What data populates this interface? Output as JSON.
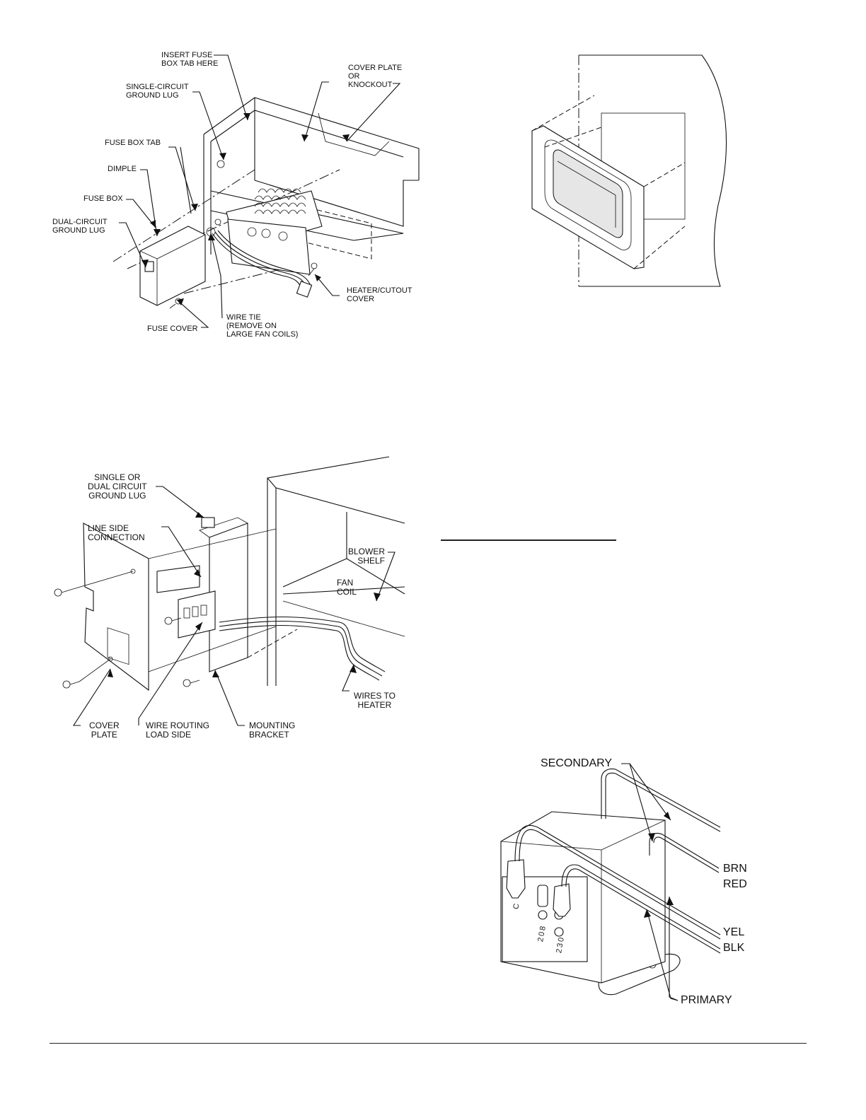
{
  "figure_heater_install": {
    "labels": {
      "insert_fuse_box_tab": "INSERT FUSE\nBOX TAB HERE",
      "cover_plate_knockout": "COVER PLATE\nOR\nKNOCKOUT",
      "single_circuit_ground_lug": "SINGLE-CIRCUIT\nGROUND LUG",
      "fuse_box_tab": "FUSE BOX TAB",
      "dimple": "DIMPLE",
      "fuse_box": "FUSE BOX",
      "dual_circuit_ground_lug": "DUAL-CIRCUIT\nGROUND LUG",
      "heater_cutout_cover": "HEATER/CUTOUT\nCOVER",
      "fuse_cover": "FUSE COVER",
      "wire_tie": "WIRE TIE\n(REMOVE ON\nLARGE FAN COILS)"
    }
  },
  "figure_circuit_breaker": {
    "labels": {
      "ground_lug": "SINGLE OR\nDUAL CIRCUIT\nGROUND LUG",
      "line_side": "LINE SIDE\nCONNECTION",
      "blower_shelf": "BLOWER\nSHELF",
      "fan_coil": "FAN\nCOIL",
      "wires_to_heater": "WIRES TO\nHEATER",
      "cover_plate": "COVER\nPLATE",
      "wire_routing": "WIRE ROUTING\nLOAD SIDE",
      "mounting_bracket": "MOUNTING\nBRACKET"
    }
  },
  "figure_transformer": {
    "labels": {
      "secondary": "SECONDARY",
      "brn": "BRN",
      "red": "RED",
      "yel": "YEL",
      "blk": "BLK",
      "primary": "PRIMARY"
    },
    "terminal_marks": {
      "c": "C",
      "v208": "208",
      "v230": "230"
    }
  }
}
